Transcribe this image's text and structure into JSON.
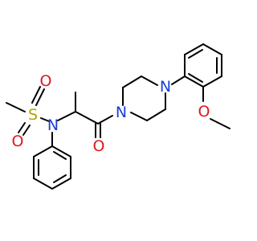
{
  "molecule": {
    "atoms": {
      "sulfur": "S",
      "oxygen_top": "O",
      "oxygen_bottom": "O",
      "sulfonamide_nitrogen": "N",
      "carbonyl_oxygen": "O",
      "piperazine_n1": "N",
      "piperazine_n4": "N",
      "methoxy_oxygen": "O"
    },
    "colors": {
      "bond": "#000000",
      "carbon": "#000000",
      "nitrogen": "#1a3fd8",
      "oxygen": "#e0171f",
      "sulfur": "#b8a000"
    }
  }
}
